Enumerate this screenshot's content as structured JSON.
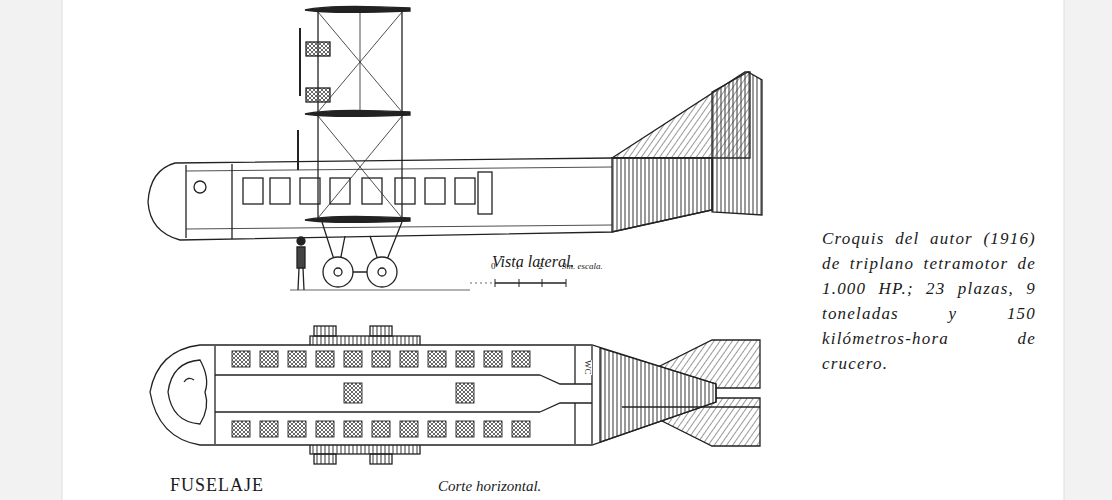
{
  "diagram": {
    "caption": "Croquis del autor (1916) de triplano tetramotor de 1.000 HP.; 23 plazas, 9 toneladas y 150 kilómetros-hora de crucero.",
    "labels": [
      "Vista lateral.",
      "0",
      "1",
      "2",
      "3m. escala.",
      "WC",
      "FUSELAJE",
      "Corte horizontal."
    ]
  }
}
